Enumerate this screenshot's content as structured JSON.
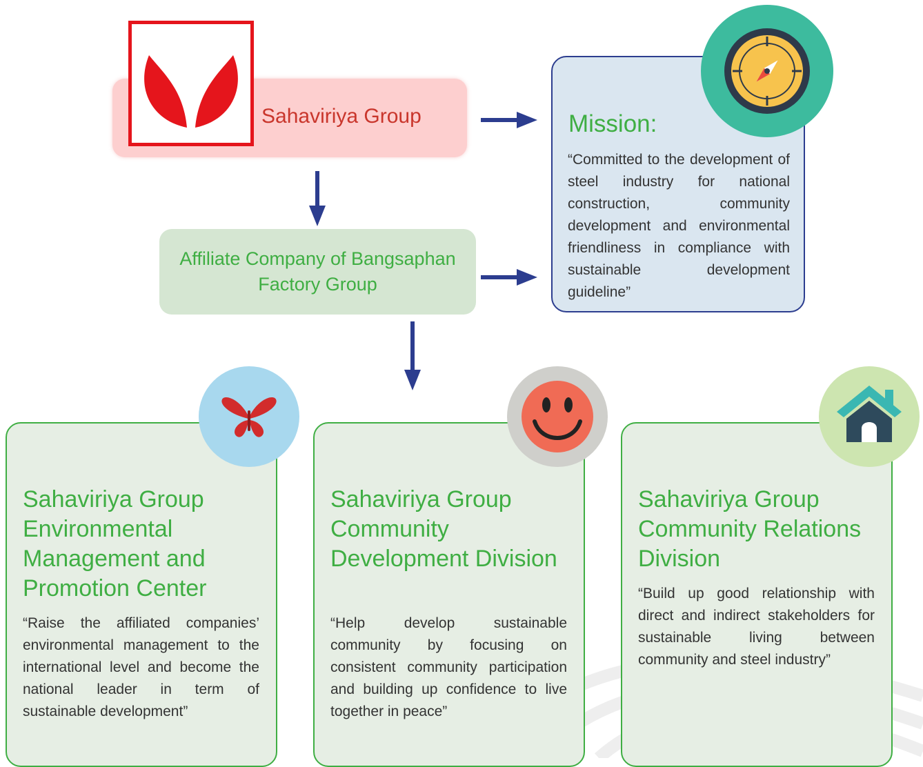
{
  "organization": {
    "name": "Sahaviriya Group",
    "logo_icon": "red-leaf-logo-icon"
  },
  "affiliate": {
    "name": "Affiliate Company of Bangsaphan Factory Group"
  },
  "mission": {
    "title": "Mission:",
    "text": "“Committed to the development of steel industry for national construction, community development and environmental friendliness in compliance with sustainable development guideline”",
    "icon": "compass-icon"
  },
  "divisions": [
    {
      "title": "Sahaviriya Group Environmental Management and Promotion Center",
      "text": "“Raise the affiliated companies’ environmental management to the international level and become the national leader in term of sustainable development”",
      "icon": "butterfly-icon"
    },
    {
      "title": "Sahaviriya Group Community Development Division",
      "text": "“Help develop sustainable community by focusing on consistent community participation and building up confidence to live together in peace”",
      "icon": "smiley-icon"
    },
    {
      "title": "Sahaviriya Group Community Relations Division",
      "text": "“Build up good relationship with direct and indirect stakeholders for sustainable living between community and steel industry”",
      "icon": "house-icon"
    }
  ],
  "colors": {
    "green_text": "#3fae43",
    "red_text": "#c9362c",
    "arrow_blue": "#2c3d8f",
    "mission_border": "#2c3d8f",
    "card_border": "#3fae43"
  }
}
